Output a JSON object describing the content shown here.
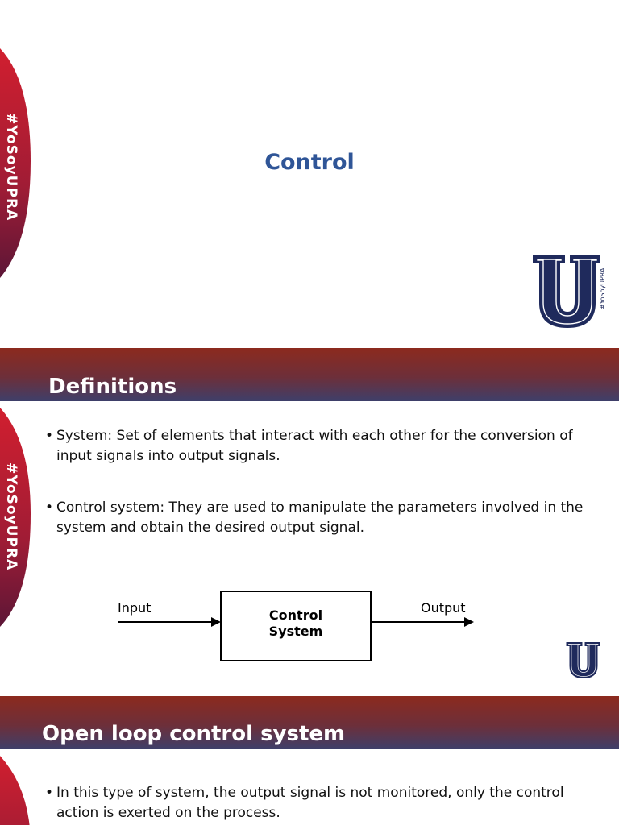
{
  "brand": {
    "ribbon_text": "#YoSoyUPRA",
    "logo_letter": "U",
    "logo_tag": "#YoSoyUPRA",
    "colors": {
      "ribbon": "#b01c2e",
      "ribbon_dark": "#5c1637",
      "title_blue": "#2f5597",
      "logo_navy": "#1f2a5c",
      "header_top": "#8c2a1e",
      "header_bottom": "#3e3f6a"
    }
  },
  "slide1": {
    "title": "Control"
  },
  "slide2": {
    "header": "Definitions",
    "bullets": [
      "System: Set of elements that interact with each other for the conversion of input signals into output signals.",
      "Control system: They are used to manipulate the parameters involved in the system and obtain the desired output signal."
    ],
    "diagram": {
      "input_label": "Input",
      "block_line1": "Control",
      "block_line2": "System",
      "output_label": "Output"
    }
  },
  "slide3": {
    "header": "Open loop control system",
    "bullets": [
      "In this type of system, the output signal is not monitored, only the control action is exerted on the process."
    ]
  }
}
